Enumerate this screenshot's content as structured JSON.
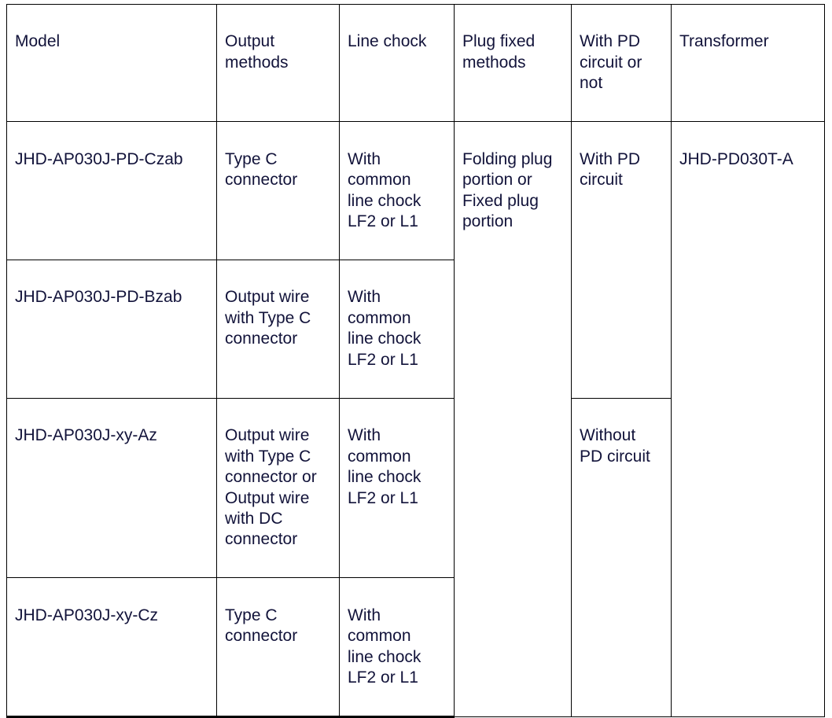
{
  "table": {
    "columns": [
      {
        "key": "model",
        "label": "Model"
      },
      {
        "key": "output",
        "label": "Output\nmethods"
      },
      {
        "key": "chock",
        "label": "Line chock"
      },
      {
        "key": "plug",
        "label": "Plug fixed\nmethods"
      },
      {
        "key": "pd",
        "label": "With PD\ncircuit or\nnot"
      },
      {
        "key": "transformer",
        "label": "Transformer"
      }
    ],
    "rows": [
      {
        "model": "JHD-AP030J-PD-Czab",
        "output": "Type C\nconnector",
        "chock": "With\ncommon\nline chock\nLF2 or L1",
        "plug": "Folding plug\nportion or\nFixed plug\nportion",
        "pd": "With PD\ncircuit",
        "transformer": "JHD-PD030T-A"
      },
      {
        "model": "JHD-AP030J-PD-Bzab",
        "output": "Output wire\nwith Type C\nconnector",
        "chock": "With\ncommon\nline chock\nLF2 or L1",
        "plug": null,
        "pd": null,
        "transformer": null
      },
      {
        "model": "JHD-AP030J-xy-Az",
        "output": "Output wire\nwith Type C\nconnector or\nOutput wire\nwith DC\nconnector",
        "chock": "With\ncommon\nline chock\nLF2 or L1",
        "plug": null,
        "pd": "Without\nPD circuit",
        "transformer": null
      },
      {
        "model": "JHD-AP030J-xy-Cz",
        "output": "Type C\nconnector",
        "chock": "With\ncommon\nline chock\nLF2 or L1",
        "plug": null,
        "pd": null,
        "transformer": null
      }
    ],
    "merges": {
      "plug_rowspan": 4,
      "transformer_rowspan": 4,
      "pd_with_rowspan": 2,
      "pd_without_rowspan": 2
    },
    "colors": {
      "border": "#000000",
      "text": "#12133a",
      "background": "#ffffff"
    }
  }
}
